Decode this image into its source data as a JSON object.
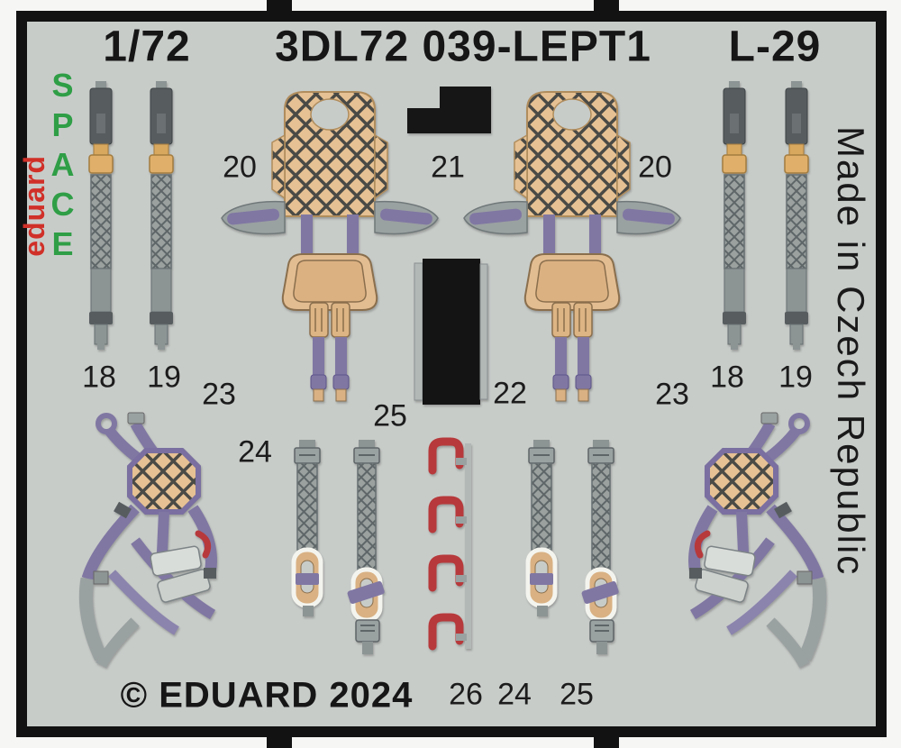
{
  "header": {
    "scale": "1/72",
    "product_code": "3DL72 039-LEPT1",
    "aircraft": "L-29"
  },
  "branding": {
    "brand": "eduard",
    "series": "SPACE",
    "origin": "Made in Czech Republic",
    "copyright": "© EDUARD 2024"
  },
  "labels": {
    "p20_left": "20",
    "p21": "21",
    "p20_right": "20",
    "p18_left": "18",
    "p19_left": "19",
    "p18_right": "18",
    "p19_right": "19",
    "p23_left": "23",
    "p25_mid": "25",
    "p22": "22",
    "p23_right": "23",
    "p24_left": "24",
    "p26": "26",
    "p24_bottom": "24",
    "p25_bottom": "25"
  },
  "colors": {
    "fret_gray": "#c8ccc9",
    "frame_black": "#121212",
    "strap_purple": "#8077a3",
    "pad_tan": "#e3bd92",
    "hook_red": "#b7393b",
    "space_green": "#2f9e46",
    "eduard_red": "#d03028"
  }
}
